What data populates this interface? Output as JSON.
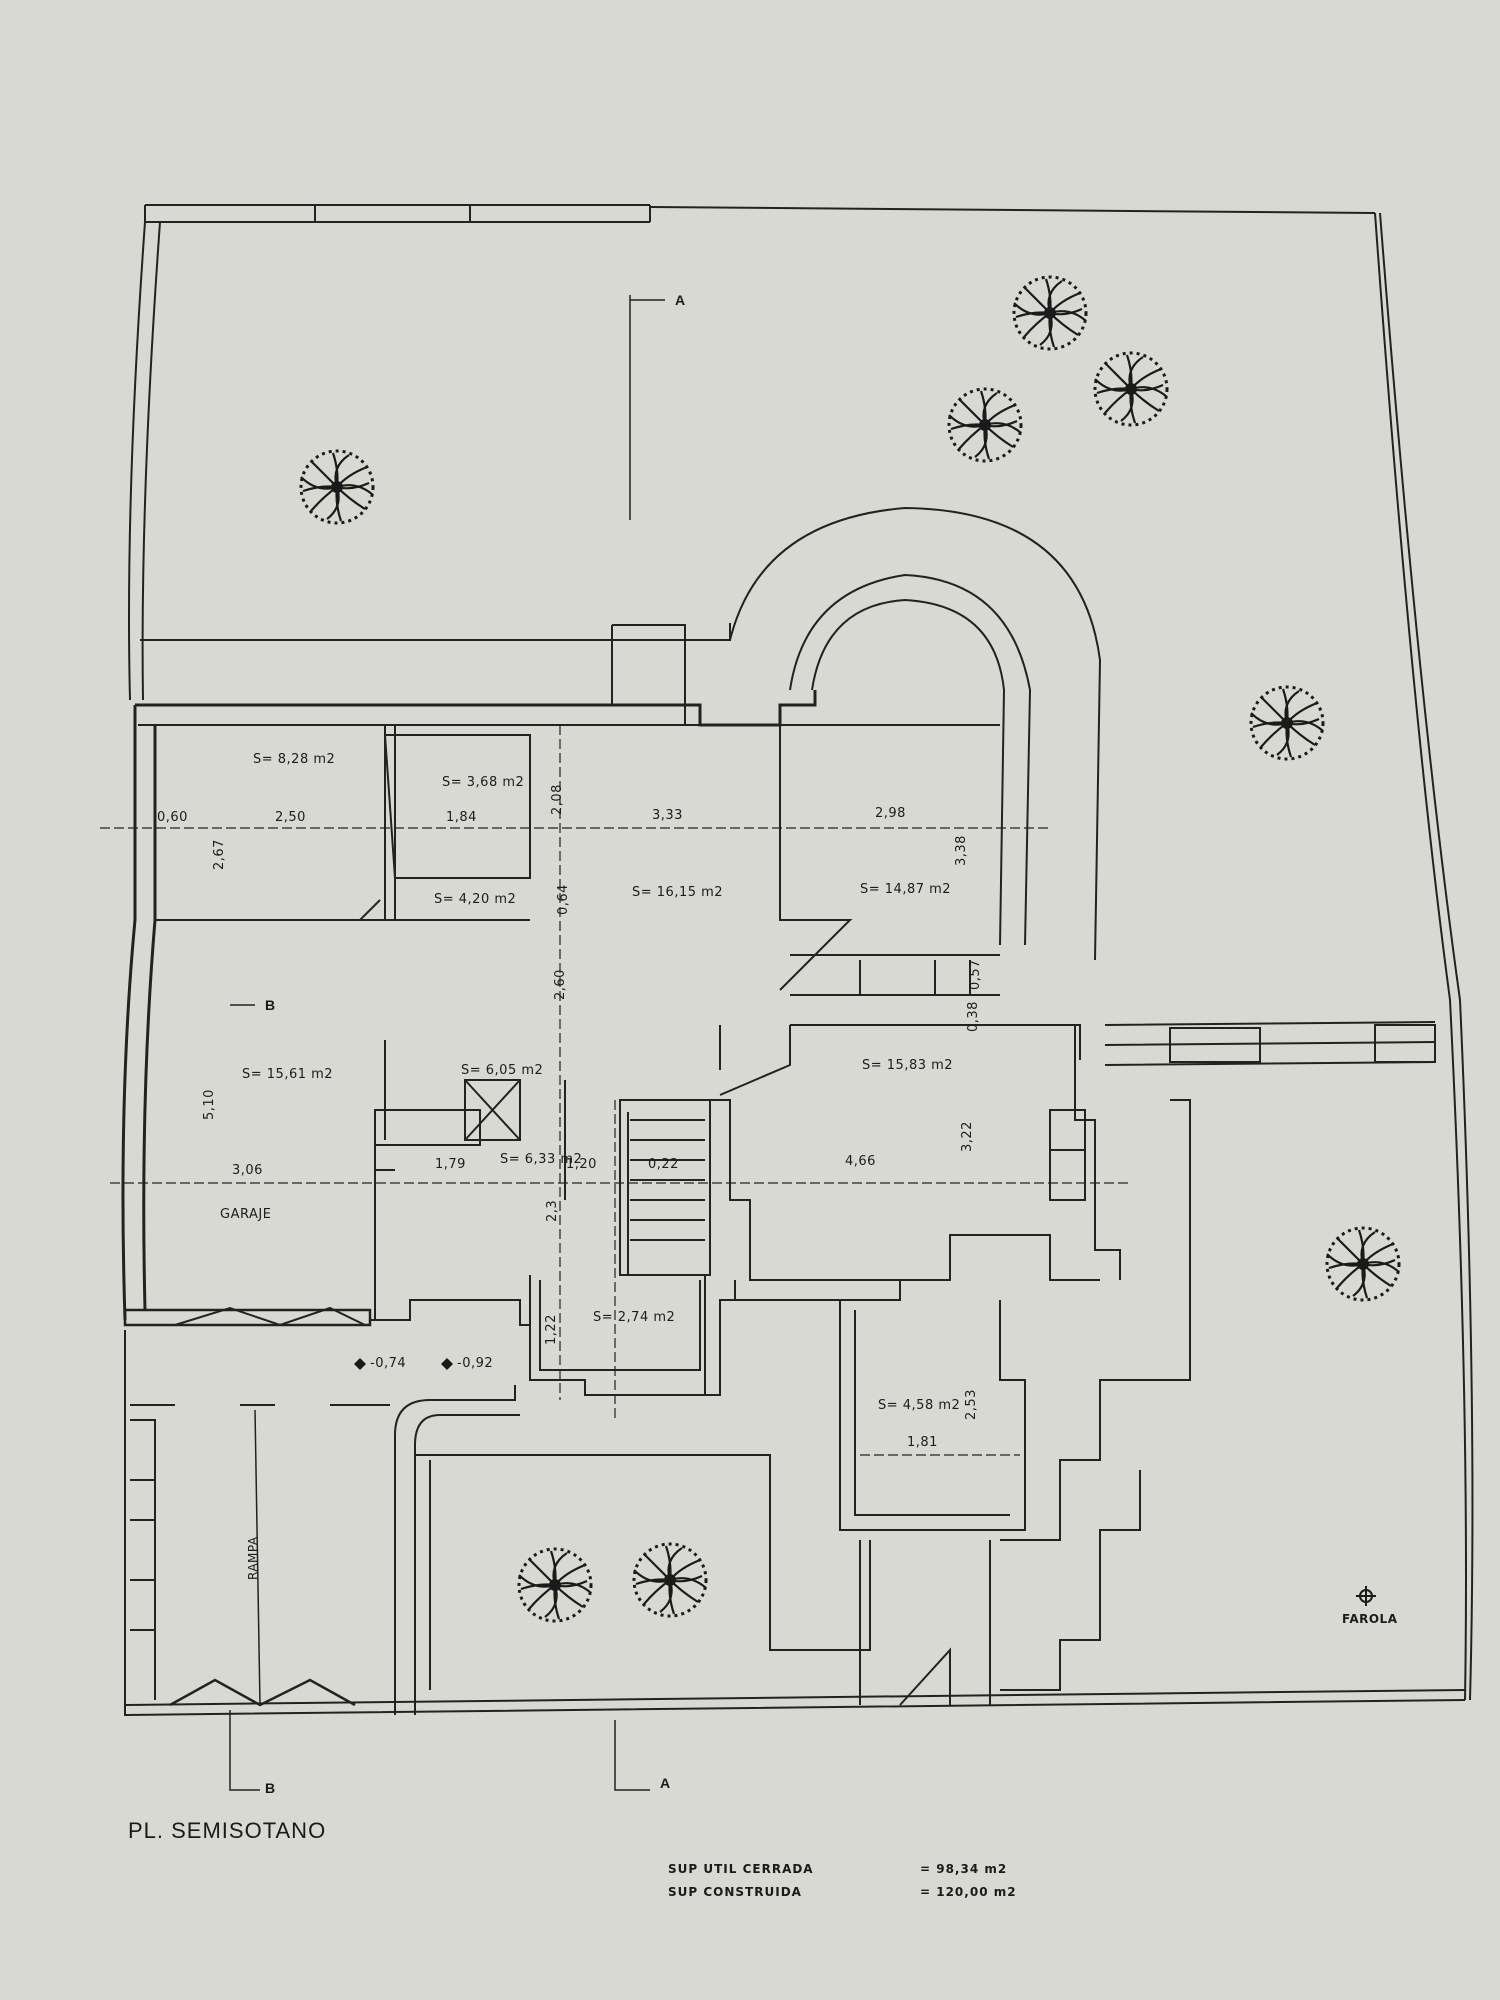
{
  "plan": {
    "title": "PL. SEMISOTANO",
    "summary": [
      {
        "label": "SUP UTIL CERRADA",
        "value": "= 98,34 m2"
      },
      {
        "label": "SUP CONSTRUIDA",
        "value": "= 120,00 m2"
      }
    ],
    "section_markers": {
      "a_top": "A",
      "a_bottom": "A",
      "b_garage": "B",
      "b_bottom": "B"
    },
    "rooms": [
      {
        "id": "room-1",
        "area": "S= 8,28 m2"
      },
      {
        "id": "bathroom",
        "area": "S= 3,68 m2"
      },
      {
        "id": "hall",
        "area": "S= 4,20 m2"
      },
      {
        "id": "central-room",
        "area": "S= 16,15 m2"
      },
      {
        "id": "arched-room",
        "area": "S= 14,87 m2"
      },
      {
        "id": "garage",
        "area": "S= 15,61 m2",
        "name": "GARAJE"
      },
      {
        "id": "utility",
        "area": "S= 6,05 m2"
      },
      {
        "id": "lobby",
        "area": "S= 6,33 m2"
      },
      {
        "id": "living-room",
        "area": "S= 15,83 m2"
      },
      {
        "id": "storage",
        "area": "S= 2,74 m2"
      },
      {
        "id": "cellar",
        "area": "S= 4,58 m2"
      }
    ],
    "dimensions": {
      "d060": "0,60",
      "d250": "2,50",
      "d267": "2,67",
      "d184": "1,84",
      "d208": "2,08",
      "d064": "0,64",
      "d333": "3,33",
      "d298": "2,98",
      "d338": "3,38",
      "d057": "0,57",
      "d038": "0,38",
      "d260": "2,60",
      "d510": "5,10",
      "d306": "3,06",
      "d179": "1,79",
      "d120": "1,20",
      "d022": "0,22",
      "d466": "4,66",
      "d322": "3,22",
      "d23": "2,3",
      "d122": "1,22",
      "d253": "2,53",
      "d181": "1,81"
    },
    "levels": {
      "l1": "-0,74",
      "l2": "-0,92"
    },
    "labels": {
      "ramp": "RAMPA",
      "lamp": "FAROLA"
    }
  }
}
